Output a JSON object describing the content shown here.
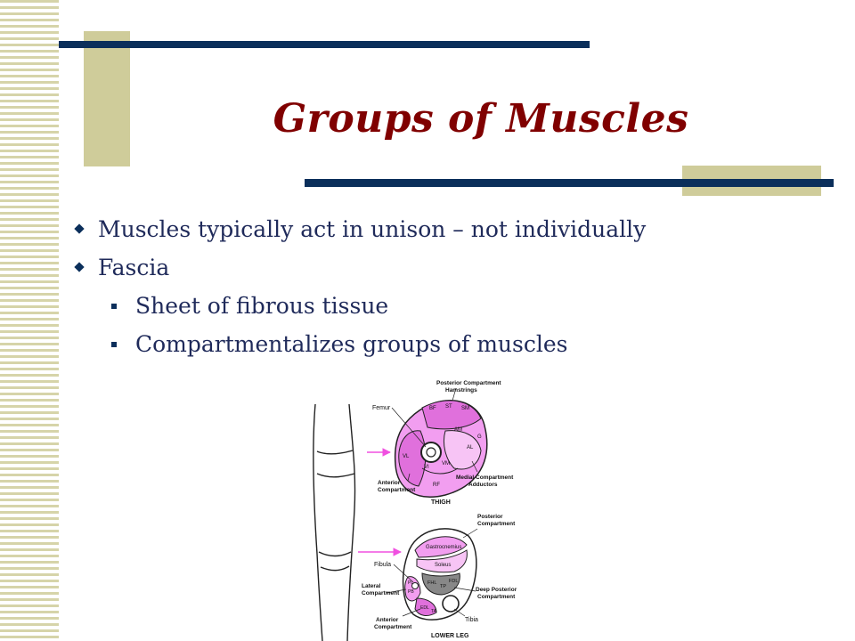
{
  "slide": {
    "title": "Groups of Muscles",
    "bullets": [
      {
        "level": 1,
        "text": "Muscles typically act in unison – not individually"
      },
      {
        "level": 1,
        "text": "Fascia"
      },
      {
        "level": 2,
        "text": "Sheet of fibrous tissue"
      },
      {
        "level": 2,
        "text": "Compartmentalizes groups of muscles"
      }
    ]
  },
  "figure": {
    "thigh": {
      "label_posterior": [
        "Posterior Compartment",
        "Hamstrings"
      ],
      "label_femur": "Femur",
      "label_anterior": [
        "Anterior",
        "Compartment"
      ],
      "label_medial": [
        "Medial Compartment",
        "Adductors"
      ],
      "caption": "THIGH",
      "muscles": [
        "BF",
        "ST",
        "SM",
        "AM",
        "AL",
        "G",
        "VL",
        "VI",
        "VM",
        "RF"
      ]
    },
    "leg": {
      "label_posterior": [
        "Posterior",
        "Compartment"
      ],
      "label_fibula": "Fibula",
      "label_lateral": [
        "Lateral",
        "Compartment"
      ],
      "label_deep": [
        "Deep Posterior",
        "Compartment"
      ],
      "label_anterior": [
        "Anterior",
        "Compartment"
      ],
      "label_tibia": "Tibia",
      "caption": "LOWER LEG",
      "muscles": [
        "Gastrocnemius",
        "Soleus",
        "FHL",
        "TP",
        "FDL",
        "PB",
        "PL",
        "EDL",
        "TA"
      ]
    },
    "colors": {
      "muscle": "#f29ef0",
      "muscle_dark": "#e070dc",
      "arrow": "#f050e0",
      "line": "#222222"
    }
  }
}
